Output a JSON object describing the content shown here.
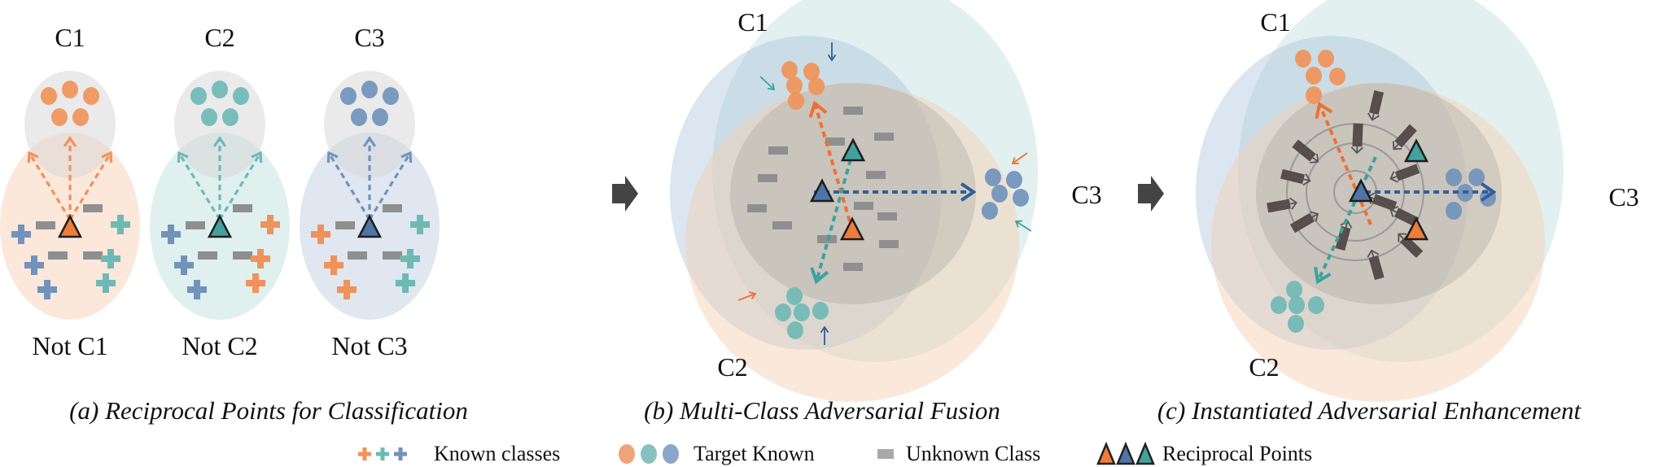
{
  "colors": {
    "orange": "#f0925a",
    "teal": "#6fb9b5",
    "blue": "#7193bb",
    "unknown": "#8f8f8f",
    "orange_tri": "#f07c3a",
    "teal_tri": "#43a29d",
    "blue_tri": "#4e75a7",
    "dark_bar": "#574d4a",
    "step_arrow": "#444444"
  },
  "panel_a": {
    "caption": "(a) Reciprocal Points for Classification",
    "groups": [
      {
        "top_label": "C1",
        "bottom_label": "Not C1",
        "class": "orange"
      },
      {
        "top_label": "C2",
        "bottom_label": "Not C2",
        "class": "teal"
      },
      {
        "top_label": "C3",
        "bottom_label": "Not C3",
        "class": "blue"
      }
    ]
  },
  "panel_b": {
    "caption": "(b) Multi-Class Adversarial Fusion",
    "labels": {
      "c1": "C1",
      "c2": "C2",
      "c3": "C3"
    }
  },
  "panel_c": {
    "caption": "(c) Instantiated Adversarial Enhancement",
    "labels": {
      "c1": "C1",
      "c2": "C2",
      "c3": "C3"
    }
  },
  "legend": [
    {
      "label": "Known classes",
      "icon": "plus-icons"
    },
    {
      "label": "Target Known",
      "icon": "circle-icons"
    },
    {
      "label": "Unknown Class",
      "icon": "bar-icon"
    },
    {
      "label": "Reciprocal Points",
      "icon": "triangle-icons"
    }
  ]
}
